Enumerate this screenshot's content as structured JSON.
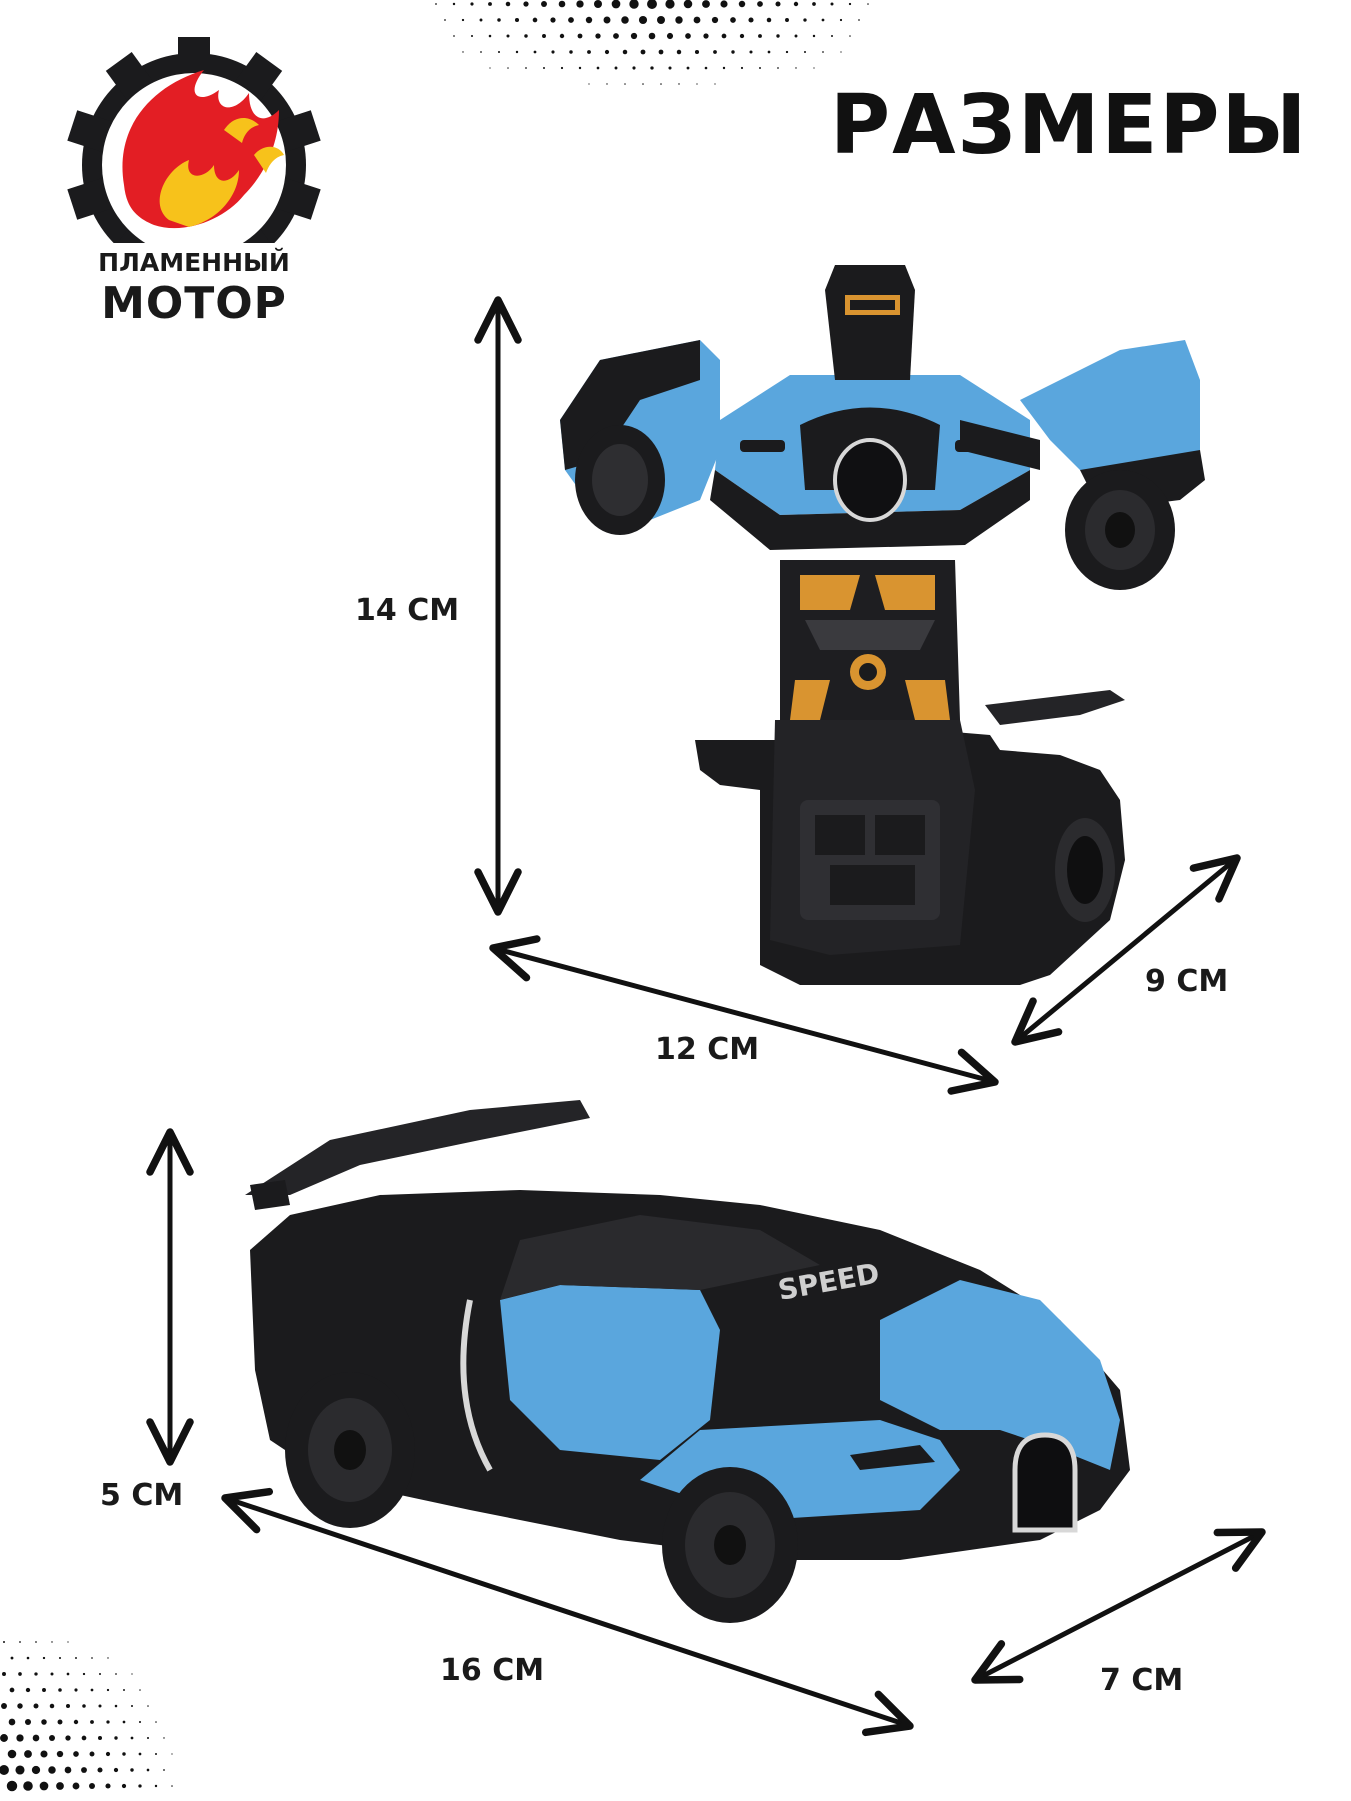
{
  "logo": {
    "line1": "ПЛАМЕННЫЙ",
    "line2": "МОТОР"
  },
  "title": "РАЗМЕРЫ",
  "robot": {
    "height": "14 СМ",
    "length": "12 СМ",
    "width": "9 СМ"
  },
  "car": {
    "height": "5 СМ",
    "length": "16 СМ",
    "width": "7 СМ",
    "hood_text": "SPEED"
  },
  "colors": {
    "accent_blue": "#5aa6dd",
    "body_black": "#1b1b1d",
    "flame_red": "#e31e24",
    "flame_yellow": "#f7c21b",
    "robot_orange": "#d99430"
  }
}
